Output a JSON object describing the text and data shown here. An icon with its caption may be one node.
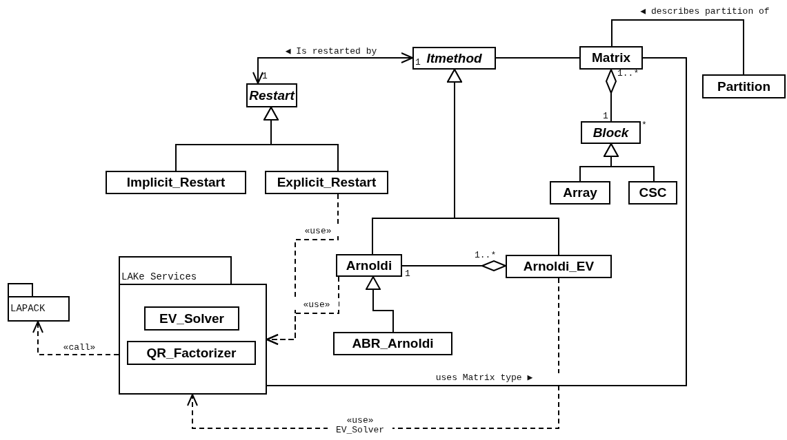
{
  "diagram": {
    "nodes": [
      {
        "text": [
          "Itmethod"
        ]
      },
      {
        "text": [
          "Matrix"
        ]
      },
      {
        "text": [
          "Partition"
        ]
      },
      {
        "text": [
          "Restart"
        ]
      },
      {
        "text": [
          "Block"
        ]
      },
      {
        "text": [
          "Implicit_Restart"
        ]
      },
      {
        "text": [
          "Explicit_Restart"
        ]
      },
      {
        "text": [
          "Array"
        ]
      },
      {
        "text": [
          "CSC"
        ]
      },
      {
        "text": [
          "Arnoldi"
        ]
      },
      {
        "text": [
          "Arnoldi_EV"
        ]
      },
      {
        "text": [
          "LAPACK"
        ]
      },
      {
        "text": [
          "LAKe Services"
        ]
      },
      {
        "text": [
          "EV_Solver"
        ],
        "in": 12
      },
      {
        "text": [
          "QR_Factorizer"
        ],
        "in": 12
      },
      {
        "text": [
          "ABR_Arnoldi"
        ]
      }
    ],
    "edges": [
      {
        "from": 3,
        "to": 0,
        "arrow": "both",
        "label": "◀ Is restarted by"
      },
      {
        "from": 0,
        "to": 1,
        "arrow": "none"
      },
      {
        "from": 1,
        "to": 2,
        "arrow": "none",
        "label": "◀ describes partition of"
      },
      {
        "from": 4,
        "to": 1,
        "arrow": "other"
      },
      {
        "from": 5,
        "to": 3,
        "arrow": "to"
      },
      {
        "from": 6,
        "to": 3,
        "arrow": "to"
      },
      {
        "from": 7,
        "to": 4,
        "arrow": "to"
      },
      {
        "from": 8,
        "to": 4,
        "arrow": "to"
      },
      {
        "from": 9,
        "to": 0,
        "arrow": "to"
      },
      {
        "from": 10,
        "to": 0,
        "arrow": "to"
      },
      {
        "from": 15,
        "to": 9,
        "arrow": "to"
      },
      {
        "from": 9,
        "to": 10,
        "arrow": "other"
      },
      {
        "from": 6,
        "to": 12,
        "arrow": "to",
        "style": "dashed",
        "label": "«use»"
      },
      {
        "from": 9,
        "to": 12,
        "arrow": "to",
        "style": "dashed",
        "label": "«use»"
      },
      {
        "from": 12,
        "to": 11,
        "arrow": "to",
        "style": "dashed",
        "label": "«call»"
      },
      {
        "from": 10,
        "to": 12,
        "arrow": "to",
        "style": "dashed",
        "label": "«use» EV_Solver"
      },
      {
        "from": 12,
        "to": 1,
        "arrow": "none",
        "label": "uses Matrix type ▶"
      }
    ],
    "labels": [
      "1",
      "1..*",
      "1",
      "1",
      "*",
      "1..*",
      "1"
    ]
  }
}
